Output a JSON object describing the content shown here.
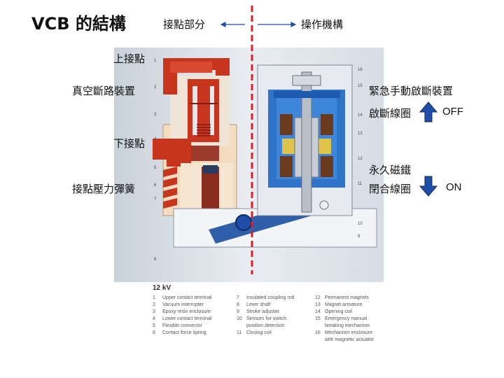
{
  "title": "VCB 的結構",
  "header": {
    "left": "接點部分",
    "right": "操作機構"
  },
  "labels": {
    "upper_contact": "上接點",
    "vacuum_interrupter": "真空斷路裝置",
    "lower_contact": "下接點",
    "contact_spring": "接點壓力彈簧",
    "emergency_trip": "緊急手動啟斷裝置",
    "opening_coil": "啟斷線圈",
    "permanent_magnet": "永久磁鐵",
    "closing_coil": "閉合線圈",
    "off": "OFF",
    "on": "ON"
  },
  "figure_numbers": [
    "1",
    "2",
    "3",
    "4",
    "5",
    "6",
    "7",
    "8",
    "16",
    "15",
    "14",
    "13",
    "12",
    "11",
    "10",
    "9"
  ],
  "legend": {
    "title": "12 kV",
    "col1": [
      {
        "n": "1",
        "t": "Upper contact terminal"
      },
      {
        "n": "2",
        "t": "Vacuum interrupter"
      },
      {
        "n": "3",
        "t": "Epoxy resin enclosure"
      },
      {
        "n": "4",
        "t": "Lower contact terminal"
      },
      {
        "n": "5",
        "t": "Flexible connector"
      },
      {
        "n": "6",
        "t": "Contact force spring"
      }
    ],
    "col2": [
      {
        "n": "7",
        "t": "Insulated coupling rod"
      },
      {
        "n": "8",
        "t": "Lever shaft"
      },
      {
        "n": "9",
        "t": "Stroke adjuster"
      },
      {
        "n": "10",
        "t": "Sensors for switch"
      },
      {
        "n": "",
        "t": "position detection"
      },
      {
        "n": "11",
        "t": "Closing coil"
      }
    ],
    "col3": [
      {
        "n": "12",
        "t": "Permanent magnets"
      },
      {
        "n": "13",
        "t": "Magnet armature"
      },
      {
        "n": "14",
        "t": "Opening coil"
      },
      {
        "n": "15",
        "t": "Emergency manual"
      },
      {
        "n": "",
        "t": "breaking mechanism"
      },
      {
        "n": "16",
        "t": "Mechanism enclosure"
      },
      {
        "n": "",
        "t": "with magnetic actuator"
      }
    ]
  },
  "colors": {
    "divider": "#d8202a",
    "copper_red": "#c8351f",
    "epoxy": "#f2dcc0",
    "actuator_blue": "#2f74c8",
    "arrow_blue": "#1f4ea8",
    "background_gray": "#dde3ea"
  }
}
